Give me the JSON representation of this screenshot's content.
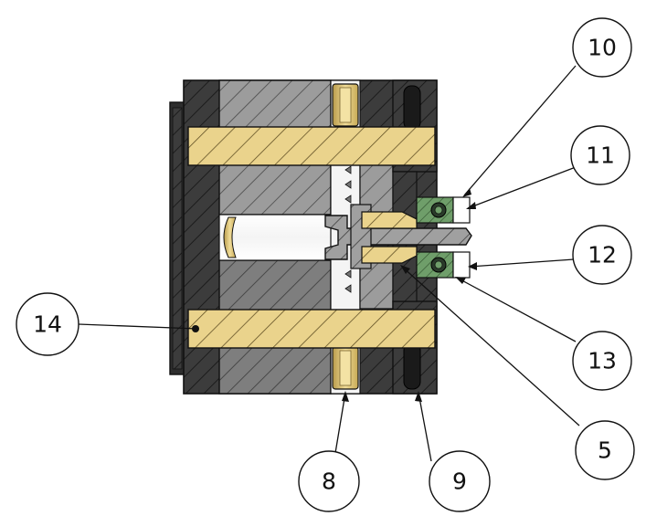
{
  "figure": {
    "kind": "assembly cross-section",
    "balloons": [
      {
        "id": "b10",
        "label": "10"
      },
      {
        "id": "b11",
        "label": "11"
      },
      {
        "id": "b12",
        "label": "12"
      },
      {
        "id": "b13",
        "label": "13"
      },
      {
        "id": "b14",
        "label": "14"
      },
      {
        "id": "b8",
        "label": "8"
      },
      {
        "id": "b9",
        "label": "9"
      },
      {
        "id": "b5",
        "label": "5"
      }
    ],
    "colors": {
      "housing": "#3a3a3a",
      "block": "#9a9a9a",
      "brass": "#e6cf86",
      "shaft": "#8c8c8c",
      "bearing": "#6f9e6a",
      "outline": "#111111"
    }
  }
}
